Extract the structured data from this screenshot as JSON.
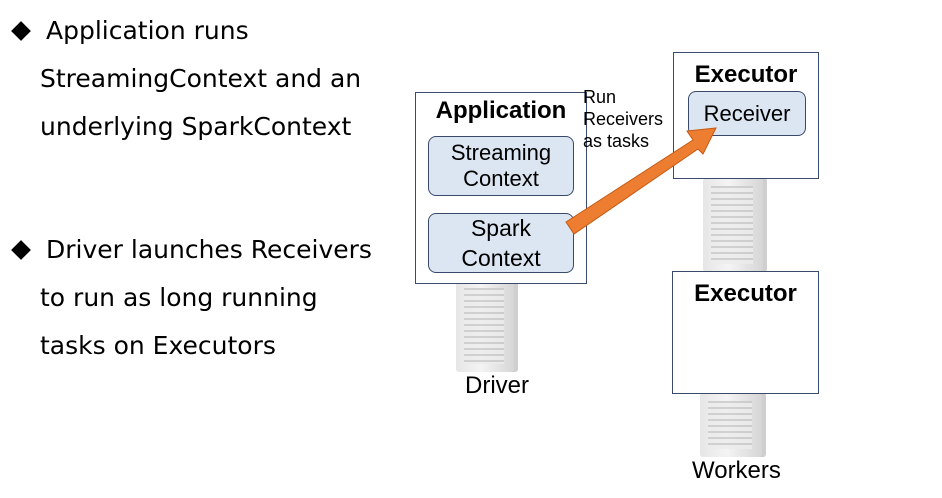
{
  "bullets": [
    {
      "lines": [
        "Application runs",
        "StreamingContext and an",
        "underlying SparkContext"
      ]
    },
    {
      "lines": [
        "Driver launches Receivers",
        "to run as long running",
        "tasks on Executors"
      ]
    }
  ],
  "diagram": {
    "application": {
      "title": "Application",
      "streaming_context": [
        "Streaming",
        "Context"
      ],
      "spark_context": [
        "Spark",
        "Context"
      ]
    },
    "driver_label": "Driver",
    "arrow_note": [
      "Run",
      "Receivers",
      "as tasks"
    ],
    "executor_top": {
      "title": "Executor",
      "receiver": "Receiver"
    },
    "executor_bottom": {
      "title": "Executor"
    },
    "workers_label": "Workers",
    "colors": {
      "arrow": "#ed7d31",
      "inner_box_fill": "#dce6f2",
      "box_border": "#3a4a6a"
    }
  }
}
